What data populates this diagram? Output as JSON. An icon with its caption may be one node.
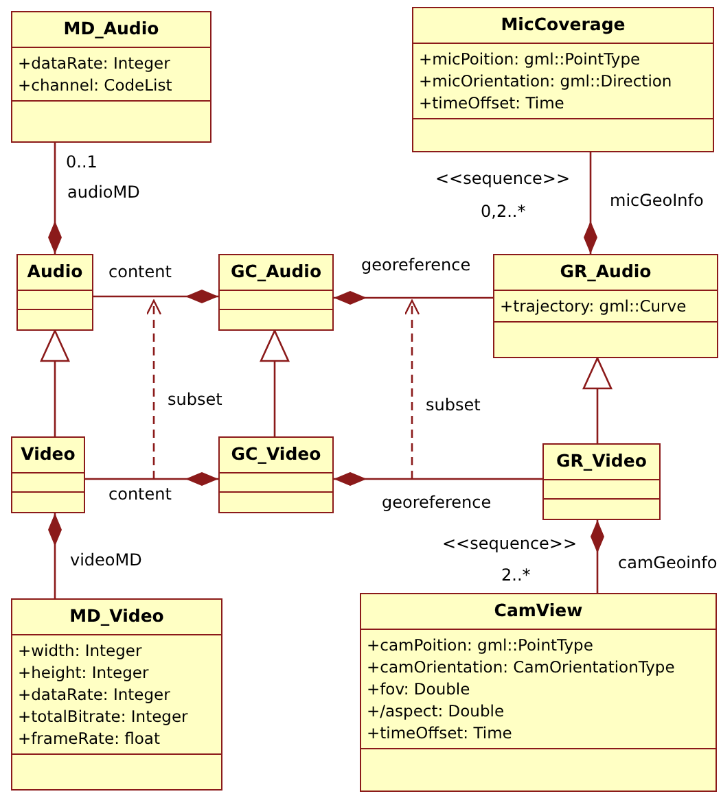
{
  "diagram": {
    "nodes": [
      {
        "text": [
          "MD_Audio",
          "+dataRate: Integer",
          "+channel: CodeList"
        ]
      },
      {
        "text": [
          "MicCoverage",
          "+micPoition: gml::PointType",
          "+micOrientation: gml::Direction",
          "+timeOffset: Time"
        ]
      },
      {
        "text": [
          "Audio"
        ]
      },
      {
        "text": [
          "GC_Audio"
        ]
      },
      {
        "text": [
          "GR_Audio",
          "+trajectory: gml::Curve"
        ]
      },
      {
        "text": [
          "Video"
        ]
      },
      {
        "text": [
          "GC_Video"
        ]
      },
      {
        "text": [
          "GR_Video"
        ]
      },
      {
        "text": [
          "MD_Video",
          "+width: Integer",
          "+height: Integer",
          "+dataRate: Integer",
          "+totalBitrate: Integer",
          "+frameRate: float"
        ]
      },
      {
        "text": [
          "CamView",
          "+camPoition: gml::PointType",
          "+camOrientation: CamOrientationType",
          "+fov: Double",
          "+/aspect: Double",
          "+timeOffset: Time"
        ]
      }
    ],
    "edges": [
      {
        "from": 0,
        "to": 2,
        "arrow": "other",
        "label": "audioMD"
      },
      {
        "from": 1,
        "to": 4,
        "arrow": "other",
        "label": "micGeoInfo"
      },
      {
        "from": 2,
        "to": 3,
        "arrow": "other",
        "label": "content"
      },
      {
        "from": 4,
        "to": 3,
        "arrow": "other",
        "label": "georeference"
      },
      {
        "from": 5,
        "to": 2,
        "arrow": "to"
      },
      {
        "from": 6,
        "to": 3,
        "arrow": "to"
      },
      {
        "from": 7,
        "to": 4,
        "arrow": "to"
      },
      {
        "from": 5,
        "to": 6,
        "arrow": "other",
        "label": "content"
      },
      {
        "from": 7,
        "to": 6,
        "arrow": "other",
        "label": "georeference"
      },
      {
        "from": 8,
        "to": 5,
        "arrow": "other",
        "label": "videoMD"
      },
      {
        "from": 9,
        "to": 7,
        "arrow": "other",
        "label": "camGeoinfo"
      }
    ],
    "labels": [
      "0..1",
      "<<sequence>>",
      "0,2..*",
      "subset",
      "subset",
      "<<sequence>>",
      "2..*"
    ]
  }
}
